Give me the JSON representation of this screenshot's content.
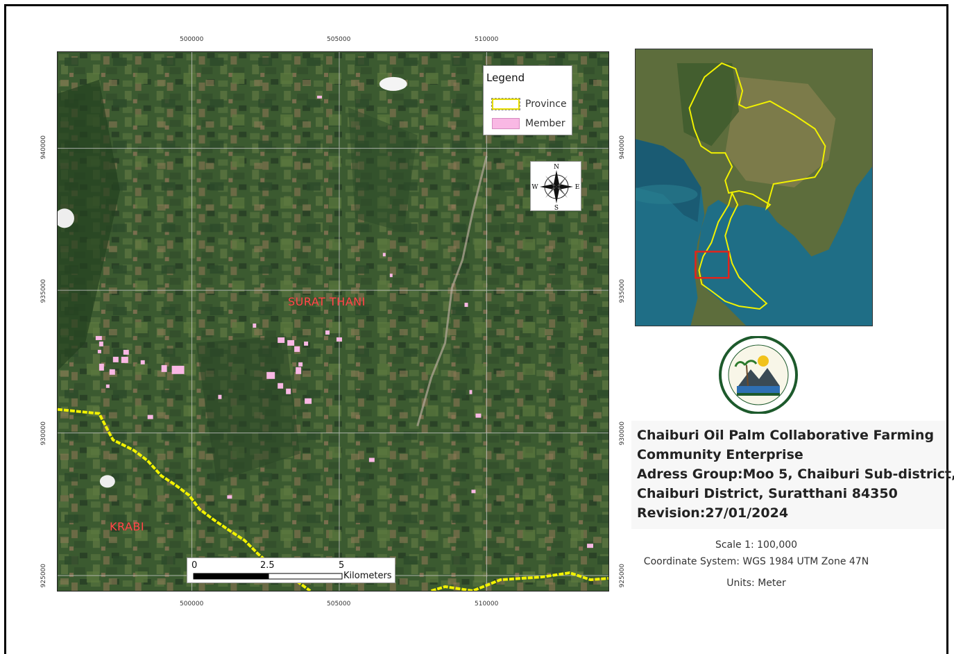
{
  "map": {
    "x_ticks": [
      "500000",
      "505000",
      "510000"
    ],
    "y_ticks": [
      "940000",
      "935000",
      "930000",
      "925000"
    ],
    "place_labels": {
      "surat": "SURAT THANI",
      "krabi": "KRABI"
    },
    "colors": {
      "province": "#f2f200",
      "member": "#f9b8e4",
      "grid": "#c8c8c8"
    }
  },
  "legend": {
    "title": "Legend",
    "items": [
      {
        "label": "Province",
        "color": "#f2f200"
      },
      {
        "label": "Member",
        "color": "#f9b8e4"
      }
    ]
  },
  "compass": {
    "n": "N",
    "s": "S",
    "e": "E",
    "w": "W"
  },
  "scalebar": {
    "labels": [
      "0",
      "2.5",
      "5"
    ],
    "unit": "Kilometers"
  },
  "logo": {
    "icon": "community-enterprise-logo-icon"
  },
  "info": {
    "line1": "Chaiburi Oil Palm Collaborative Farming",
    "line2": " Community Enterprise",
    "line3": "Adress Group:Moo 5, Chaiburi Sub-district,",
    "line4": "Chaiburi District, Suratthani 84350",
    "line5": "Revision:27/01/2024"
  },
  "meta": {
    "scale": "Scale 1: 100,000",
    "crs": "Coordinate System: WGS 1984 UTM Zone 47N",
    "units": "Units: Meter"
  }
}
